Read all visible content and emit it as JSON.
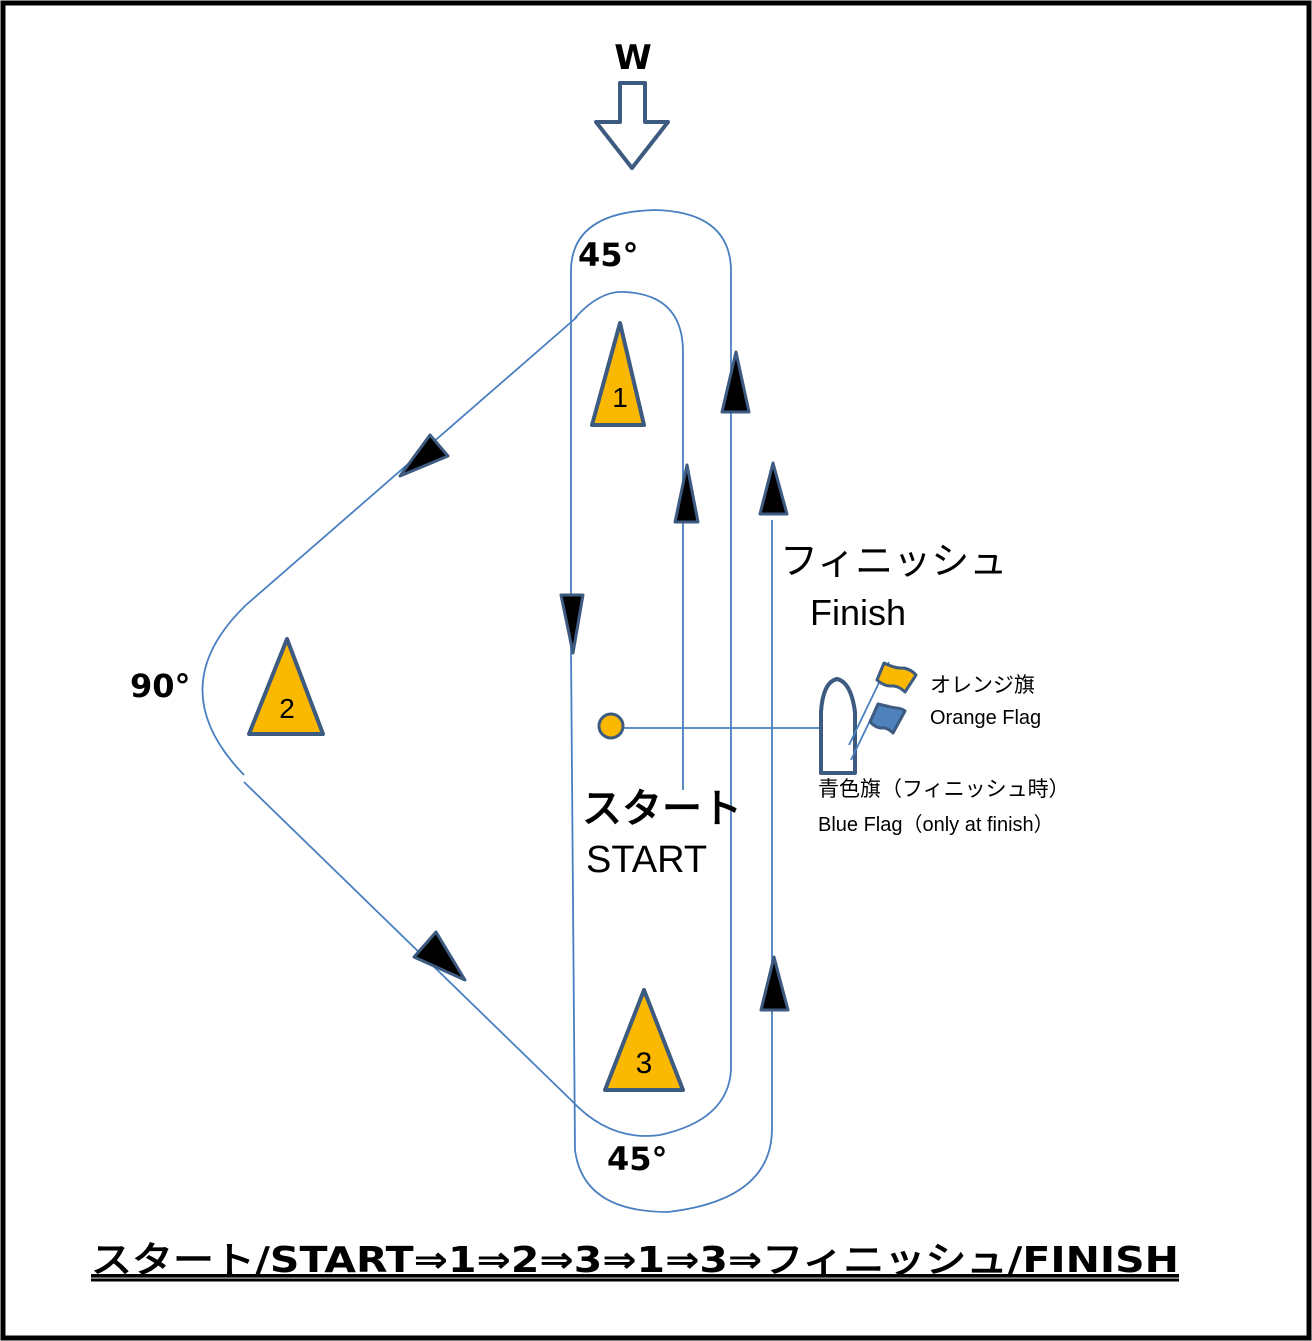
{
  "wind": {
    "label": "W"
  },
  "angles": {
    "top": "45°",
    "left": "90°",
    "bottom": "45°"
  },
  "marks": [
    {
      "label": "1"
    },
    {
      "label": "2"
    },
    {
      "label": "3"
    }
  ],
  "start": {
    "label_ja": "スタート",
    "label_en": "START"
  },
  "finish": {
    "label_ja": "フィニッシュ",
    "label_en": "Finish"
  },
  "flags": {
    "orange_ja": "オレンジ旗",
    "orange_en": "Orange Flag",
    "blue_ja": "青色旗（フィニッシュ時）",
    "blue_en": "Blue Flag（only  at  finish）",
    "orange_color": "#fbb800",
    "blue_color": "#4f81bd"
  },
  "route": "スタート/START⇒1⇒2⇒3⇒1⇒3⇒フィニッシュ/FINISH",
  "colors": {
    "course_line": "#4a7fc0",
    "mark_fill": "#fbb800",
    "outline": "#3d5a80"
  }
}
